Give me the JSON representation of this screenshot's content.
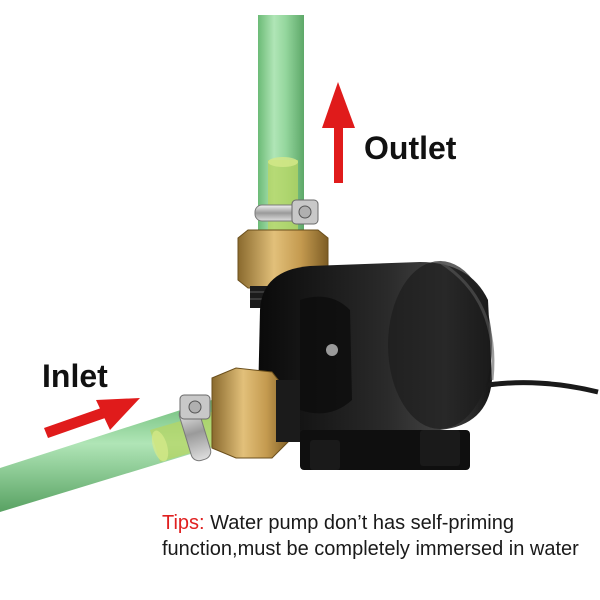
{
  "labels": {
    "outlet": "Outlet",
    "inlet": "Inlet"
  },
  "tips": {
    "label": "Tips:",
    "text": " Water pump don’t has self-priming function,must be completely immersed in water"
  },
  "colors": {
    "arrow": "#e01b1b",
    "tube": "#7fd08a",
    "brass": "#c9a25a",
    "pump_body": "#141414",
    "tips_label": "#e02020"
  },
  "icons": {
    "outlet_arrow": "arrow-up-icon",
    "inlet_arrow": "arrow-up-right-icon"
  }
}
